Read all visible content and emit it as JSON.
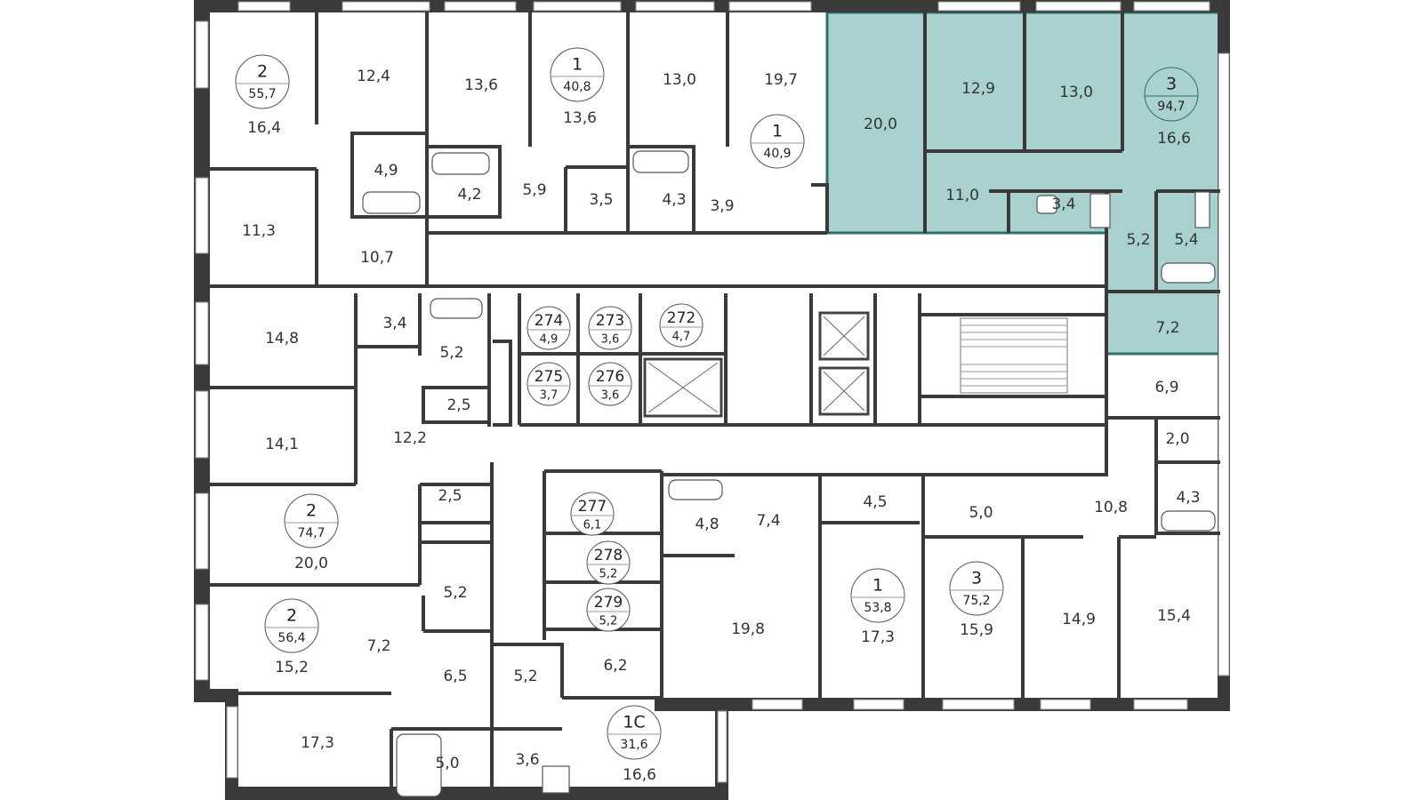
{
  "colors": {
    "highlight": "#a8d1cf",
    "highlight_border": "#2e6f6b",
    "wall": "#3a3a3a",
    "text": "#333333"
  },
  "room_labels": [
    "12,4",
    "13,6",
    "13,0",
    "19,7",
    "20,0",
    "12,9",
    "13,0",
    "16,6",
    "16,4",
    "4,9",
    "4,2",
    "5,9",
    "13,6",
    "3,5",
    "4,3",
    "3,9",
    "11,0",
    "3,4",
    "11,3",
    "10,7",
    "5,2",
    "5,4",
    "14,8",
    "3,4",
    "5,2",
    "7,2",
    "2,5",
    "6,9",
    "14,1",
    "12,2",
    "2,0",
    "2,5",
    "4,8",
    "7,4",
    "4,5",
    "5,0",
    "10,8",
    "4,3",
    "20,0",
    "5,2",
    "7,2",
    "19,8",
    "17,3",
    "15,9",
    "14,9",
    "15,4",
    "15,2",
    "6,5",
    "5,2",
    "6,2",
    "17,3",
    "5,0",
    "3,6",
    "16,6"
  ],
  "apartments": [
    {
      "rooms": "2",
      "area": "55,7"
    },
    {
      "rooms": "1",
      "area": "40,8"
    },
    {
      "rooms": "1",
      "area": "40,9"
    },
    {
      "rooms": "3",
      "area": "94,7"
    },
    {
      "rooms": "2",
      "area": "74,7"
    },
    {
      "rooms": "2",
      "area": "56,4"
    },
    {
      "rooms": "1",
      "area": "53,8"
    },
    {
      "rooms": "3",
      "area": "75,2"
    },
    {
      "rooms": "1С",
      "area": "31,6"
    }
  ],
  "storages": [
    {
      "num": "274",
      "area": "4,9"
    },
    {
      "num": "273",
      "area": "3,6"
    },
    {
      "num": "272",
      "area": "4,7"
    },
    {
      "num": "275",
      "area": "3,7"
    },
    {
      "num": "276",
      "area": "3,6"
    },
    {
      "num": "277",
      "area": "6,1"
    },
    {
      "num": "278",
      "area": "5,2"
    },
    {
      "num": "279",
      "area": "5,2"
    }
  ]
}
